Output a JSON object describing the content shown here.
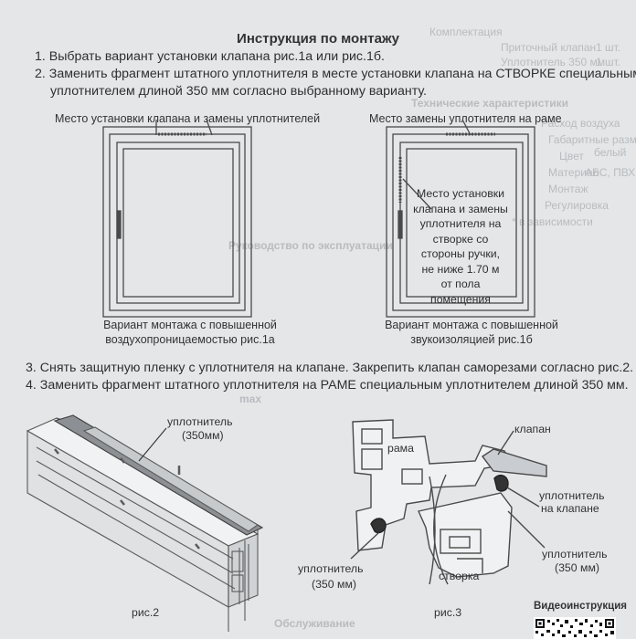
{
  "document": {
    "title": "Инструкция по монтажу",
    "steps_top": [
      "1. Выбрать вариант установки клапана рис.1а или рис.1б.",
      "2. Заменить фрагмент штатного уплотнителя в месте установки клапана на СТВОРКЕ специальным",
      "уплотнителем длиной 350 мм согласно выбранному варианту."
    ],
    "figure1a": {
      "top_label": "Место установки клапана и замены уплотнителей",
      "caption_line1": "Вариант монтажа с повышенной",
      "caption_line2": "воздухопроницаемостью рис.1а"
    },
    "figure1b": {
      "top_label": "Место замены уплотнителя на раме",
      "note_lines": [
        "Место установки",
        "клапана и замены",
        "уплотнителя на",
        "створке со",
        "стороны ручки,",
        "не ниже 1.70 м",
        "от пола помещения"
      ],
      "caption_line1": "Вариант монтажа с повышенной",
      "caption_line2": "звукоизоляцией рис.1б"
    },
    "steps_bottom": [
      "3. Снять защитную пленку с уплотнителя на клапане. Закрепить клапан саморезами согласно рис.2.",
      "4. Заменить фрагмент штатного уплотнителя на РАМЕ специальным уплотнителем длиной 350 мм."
    ],
    "figure2": {
      "label_line1": "уплотнитель",
      "label_line2": "(350мм)",
      "caption": "рис.2"
    },
    "figure3": {
      "label_frame": "рама",
      "label_valve": "клапан",
      "label_seal_valve_1": "уплотнитель",
      "label_seal_valve_2": "на клапане",
      "label_seal_right_1": "уплотнитель",
      "label_seal_right_2": "(350 мм)",
      "label_seal_left_1": "уплотнитель",
      "label_seal_left_2": "(350 мм)",
      "label_sash": "створка",
      "caption": "рис.3"
    },
    "video_label": "Видеоинструкция"
  },
  "bleed_through": {
    "lines": [
      "Комплектация",
      "Приточный клапан",
      "Уплотнитель 350 мм",
      "Технические характеристики",
      "Расход воздуха",
      "Габаритные размеры",
      "Цвет",
      "Материал",
      "Монтаж",
      "Регулировка",
      "* в зависимости",
      "Руководство по эксплуатации",
      "max",
      "Обслуживание"
    ],
    "right_values": [
      "1 шт.",
      "1 шт.",
      "белый",
      "АБС, ПВХ"
    ]
  }
}
